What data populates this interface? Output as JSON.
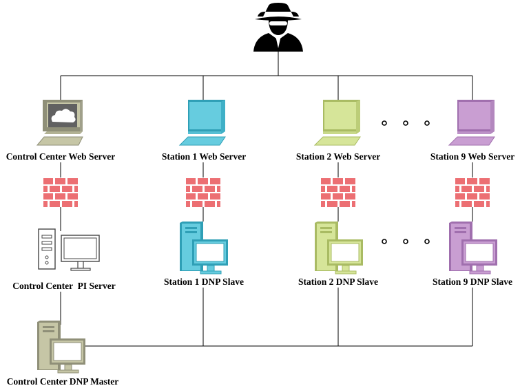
{
  "attacker": {
    "icon": "hacker-spy-icon"
  },
  "control_center": {
    "web_server_label": "Control Center Web Server",
    "pi_server_label": "Control Center  PI Server",
    "dnp_master_label": "Control Center DNP Master",
    "web_server_icon": "computer-cloud-icon",
    "firewall_icon": "firewall-icon",
    "pi_server_icon": "server-workstation-icon",
    "dnp_master_icon": "server-workstation-icon"
  },
  "stations": [
    {
      "web_label": "Station 1 Web Server",
      "dnp_label": "Station 1 DNP Slave",
      "color": "#66ccdf",
      "dark": "#2f9fb6"
    },
    {
      "web_label": "Station 2 Web Server",
      "dnp_label": "Station 2 DNP Slave",
      "color": "#d6e599",
      "dark": "#a9bb63"
    },
    {
      "web_label": "Station 9 Web Server",
      "dnp_label": "Station 9 DNP Slave",
      "color": "#c99ed2",
      "dark": "#a06fae"
    }
  ],
  "colors": {
    "gray_computer": "#c6c6a6",
    "gray_dark": "#8f8f78",
    "firewall": "#ec6f73",
    "ellipsis_dot": "#000000"
  }
}
